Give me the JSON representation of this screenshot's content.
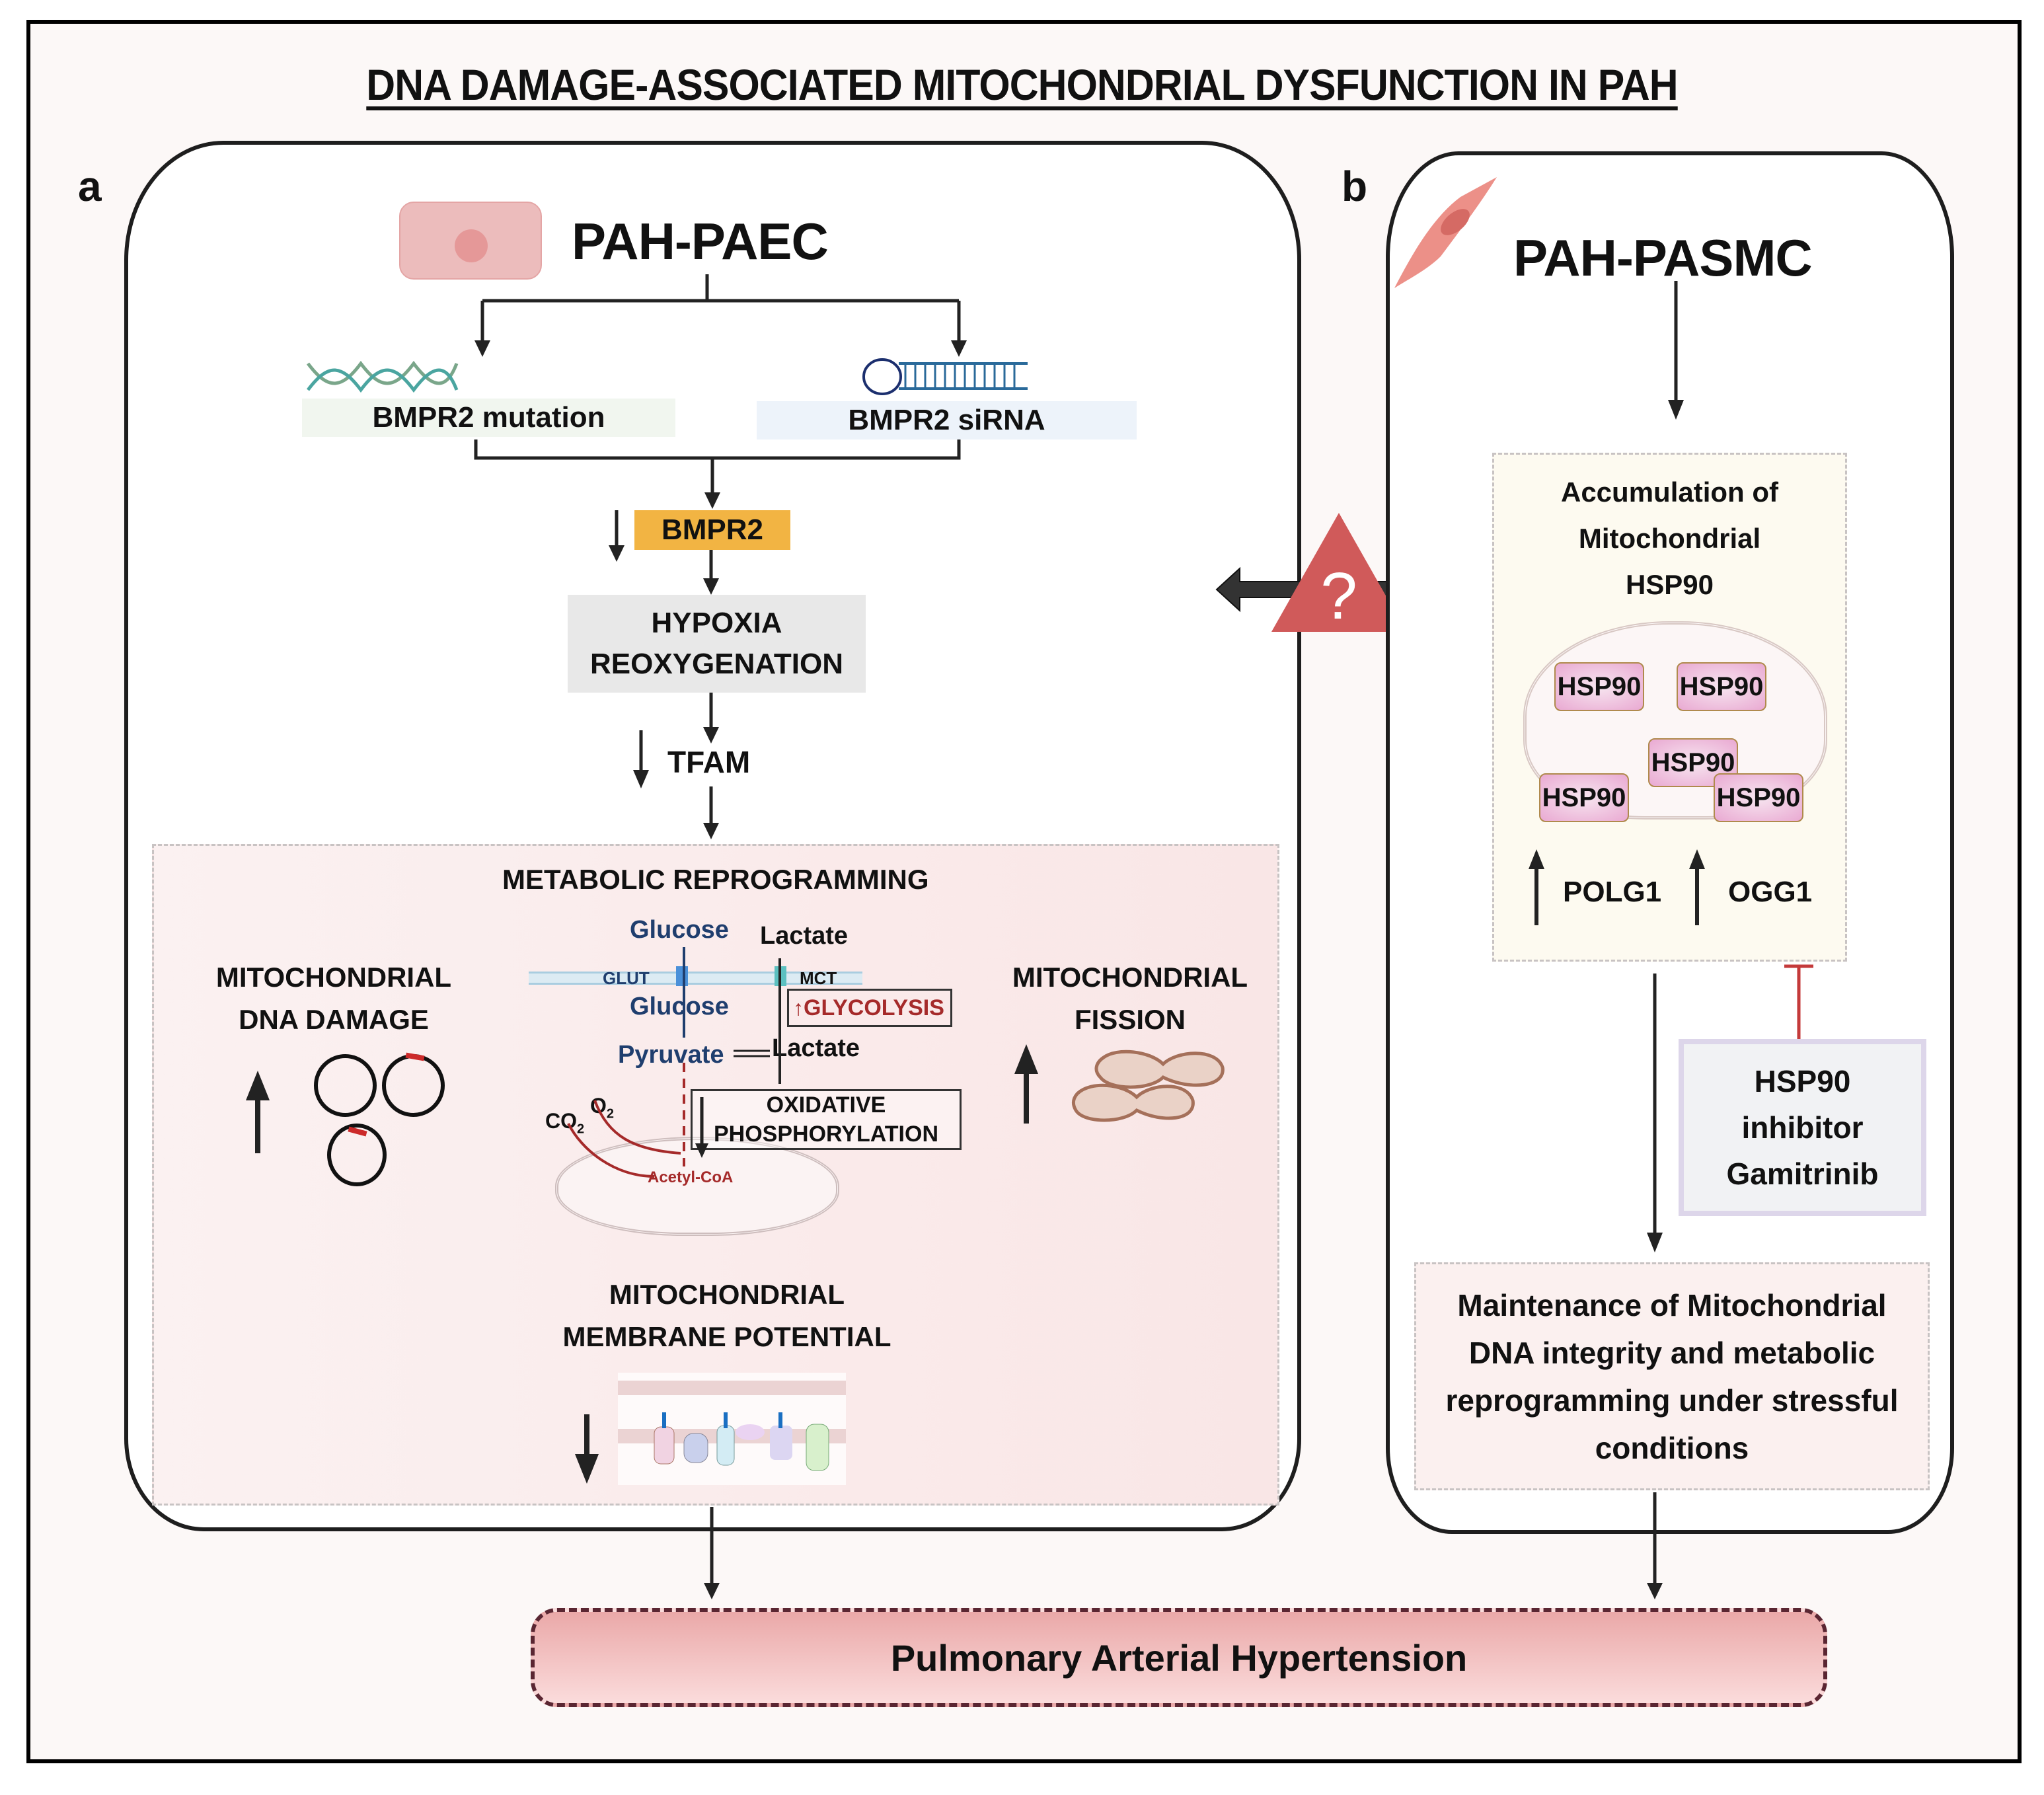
{
  "title": "DNA DAMAGE-ASSOCIATED MITOCHONDRIAL DYSFUNCTION IN PAH",
  "panel_a": {
    "label": "a",
    "cell_title": "PAH-PAEC",
    "cell_icon": "endothelial-cell-icon",
    "branch_left": "BMPR2 mutation",
    "branch_right": "BMPR2 siRNA",
    "bmpr2": "BMPR2",
    "bmpr2_direction": "down",
    "hypoxia_line1": "HYPOXIA",
    "hypoxia_line2": "REOXYGENATION",
    "tfam": "TFAM",
    "tfam_direction": "down",
    "metabolic": {
      "title": "METABOLIC REPROGRAMMING",
      "glucose_out": "Glucose",
      "glucose_in": "Glucose",
      "lactate_out": "Lactate",
      "lactate_in": "Lactate",
      "pyruvate": "Pyruvate",
      "glut": "GLUT",
      "mct": "MCT",
      "glycolysis": "GLYCOLYSIS",
      "glycolysis_direction": "up",
      "oxphos_line1": "OXIDATIVE",
      "oxphos_line2": "PHOSPHORYLATION",
      "oxphos_direction": "down",
      "co2": "CO",
      "co2_sub": "2",
      "o2": "O",
      "o2_sub": "2",
      "acetyl_coa": "Acetyl-CoA",
      "colors": {
        "metabolite_blue": "#1f3e6e",
        "glycolysis_red": "#a52a2a"
      }
    },
    "dna_damage_line1": "MITOCHONDRIAL",
    "dna_damage_line2": "DNA DAMAGE",
    "dna_damage_direction": "up",
    "fission_line1": "MITOCHONDRIAL",
    "fission_line2": "FISSION",
    "fission_direction": "up",
    "membrane_line1": "MITOCHONDRIAL",
    "membrane_line2": "MEMBRANE POTENTIAL",
    "membrane_direction": "down"
  },
  "connector": {
    "symbol": "?",
    "icon": "question-warning-triangle-icon",
    "color": "#d05a5a"
  },
  "panel_b": {
    "label": "b",
    "cell_title": "PAH-PASMC",
    "cell_icon": "smooth-muscle-cell-icon",
    "accum_line1": "Accumulation of",
    "accum_line2": "Mitochondrial",
    "accum_line3": "HSP90",
    "hsp90_labels": [
      "HSP90",
      "HSP90",
      "HSP90",
      "HSP90",
      "HSP90"
    ],
    "polg1": "POLG1",
    "ogg1": "OGG1",
    "polg1_direction": "up",
    "ogg1_direction": "up",
    "inhibitor_line1": "HSP90",
    "inhibitor_line2": "inhibitor",
    "inhibitor_line3": "Gamitrinib",
    "maintenance": "Maintenance of Mitochondrial DNA integrity and metabolic reprogramming under stressful conditions"
  },
  "outcome": "Pulmonary Arterial Hypertension",
  "colors": {
    "bmpr2_box": "#f2b443",
    "hypoxia_box": "#e8e8e8",
    "outcome_fill": "#f2b8b8",
    "inhibit_red": "#c43a3a",
    "cell_pink": "#ecbcbc"
  }
}
